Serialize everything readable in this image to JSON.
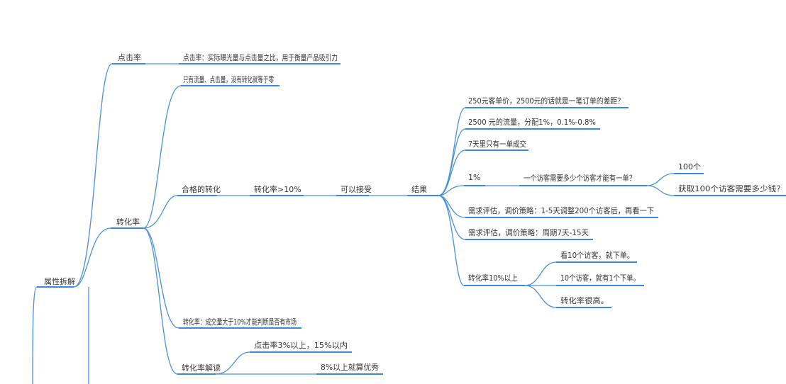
{
  "colors": {
    "branch": "#4a90d6",
    "underline": "#3b8ad9",
    "text": "#333333",
    "background": "#ffffff"
  },
  "nodes": {
    "root": "属性拆解",
    "l1_a": "点击率",
    "l1_b": "转化率",
    "a1": "点击率：实际曝光量与点击量之比，用于衡量产品吸引力",
    "b1": "只有流量、点击量，没有转化就等于零",
    "b2": "合格的转化",
    "b2_1": "转化率>10%",
    "b2_2": "可以接受",
    "b2_3": "结果",
    "r1": "250元客单价，2500元的话就是一笔订单的差距？",
    "r2": "2500 元的流量，分配1%，0.1%-0.8%",
    "r3": "7天里只有一单成交",
    "r4": "1%",
    "r4_q": "一个访客需要多少个访客才能有一单？",
    "r4_a1": "100个",
    "r4_a2": "获取100个访客需要多少钱？",
    "r5": "需求评估，调价策略：1-5天调整200个访客后，再看一下",
    "r6": "需求评估，调价策略：周期7天-15天",
    "r7": "转化率10%以上",
    "r7_1": "看10个访客，就下单。",
    "r7_2": "10个访客，就有1个下单。",
    "r7_3": "转化率很高。",
    "b3": "转化率：成交量大于10%才能判断是否有市场",
    "b4": "转化率解读",
    "b4_1": "点击率3%以上，15%以内",
    "b4_2": "8%以上就算优秀"
  }
}
